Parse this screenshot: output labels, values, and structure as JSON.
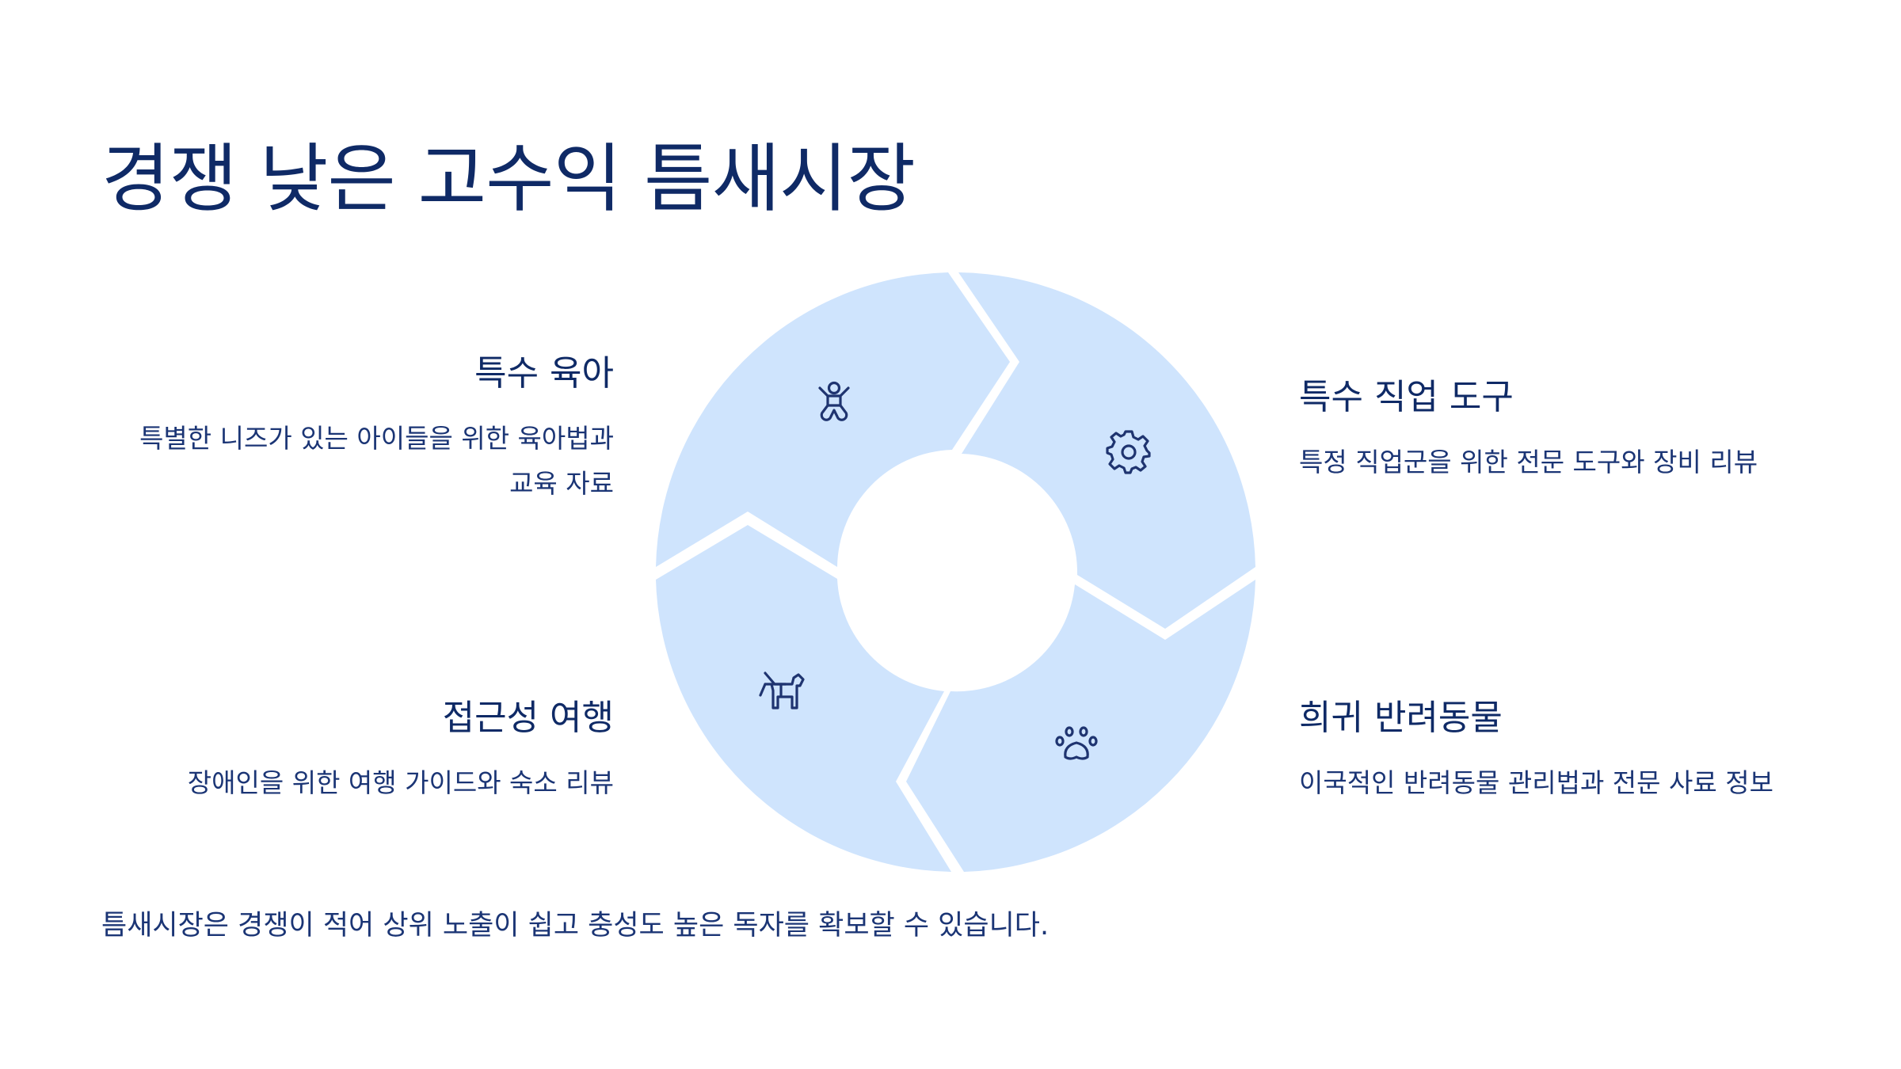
{
  "title": "경쟁 낮은 고수익 틈새시장",
  "colors": {
    "segment_fill": "#cfe4fd",
    "text_primary": "#0f2a66",
    "icon_stroke": "#1f3470"
  },
  "segments": [
    {
      "icon": "baby-icon",
      "heading": "특수 육아",
      "description_lines": [
        "특별한 니즈가 있는 아이들을 위한 육아법과",
        "교육 자료"
      ]
    },
    {
      "icon": "gear-icon",
      "heading": "특수 직업 도구",
      "description_lines": [
        "특정 직업군을 위한 전문 도구와 장비 리뷰"
      ]
    },
    {
      "icon": "paw-icon",
      "heading": "희귀 반려동물",
      "description_lines": [
        "이국적인 반려동물 관리법과 전문 사료 정보"
      ]
    },
    {
      "icon": "guide-dog-icon",
      "heading": "접근성 여행",
      "description_lines": [
        "장애인을 위한 여행 가이드와 숙소 리뷰"
      ]
    }
  ],
  "footer": "틈새시장은 경쟁이 적어 상위 노출이 쉽고 충성도 높은 독자를 확보할 수 있습니다."
}
